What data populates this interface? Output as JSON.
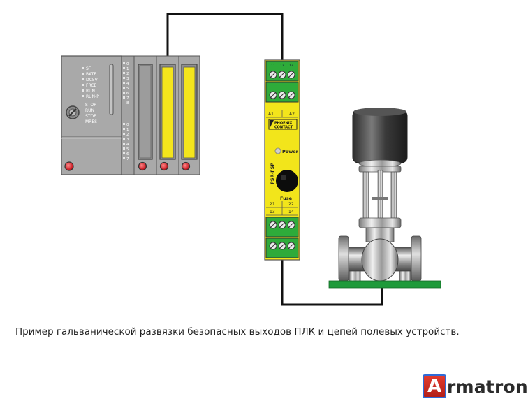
{
  "caption": "Пример гальванической развязки безопасных выходов ПЛК и цепей полевых устройств.",
  "logo": {
    "letter": "A",
    "rest": "rmatron"
  },
  "plc": {
    "leds": [
      "SF",
      "BATF",
      "DC5V",
      "FRCE",
      "RUN",
      "RUN-P"
    ],
    "switch_labels": [
      "STOP",
      "RUN",
      "STOP",
      "MRES"
    ],
    "io_numbers_top": [
      "0",
      "1",
      "2",
      "3",
      "4",
      "5",
      "6",
      "7",
      "8"
    ],
    "io_numbers_bottom": [
      "0",
      "1",
      "2",
      "3",
      "4",
      "5",
      "6",
      "7"
    ]
  },
  "relay": {
    "terminal_top_a": [
      "11",
      "12",
      "13"
    ],
    "terminal_top_b": [
      "A1",
      "A2"
    ],
    "brand_line1": "PHOENIX",
    "brand_line2": "CONTACT",
    "model": "PSR-FSP",
    "power_label": "Power",
    "fuse_label": "Fuse",
    "contact_row1": [
      "21",
      "22"
    ],
    "contact_row2": [
      "13",
      "14"
    ]
  },
  "colors": {
    "plc_body": "#a9a9a9",
    "relay_yellow": "#f2e51b",
    "terminal_green": "#2eab3a",
    "base_green": "#1e9a3a",
    "led_red": "#e0202a",
    "wire": "#111111"
  }
}
